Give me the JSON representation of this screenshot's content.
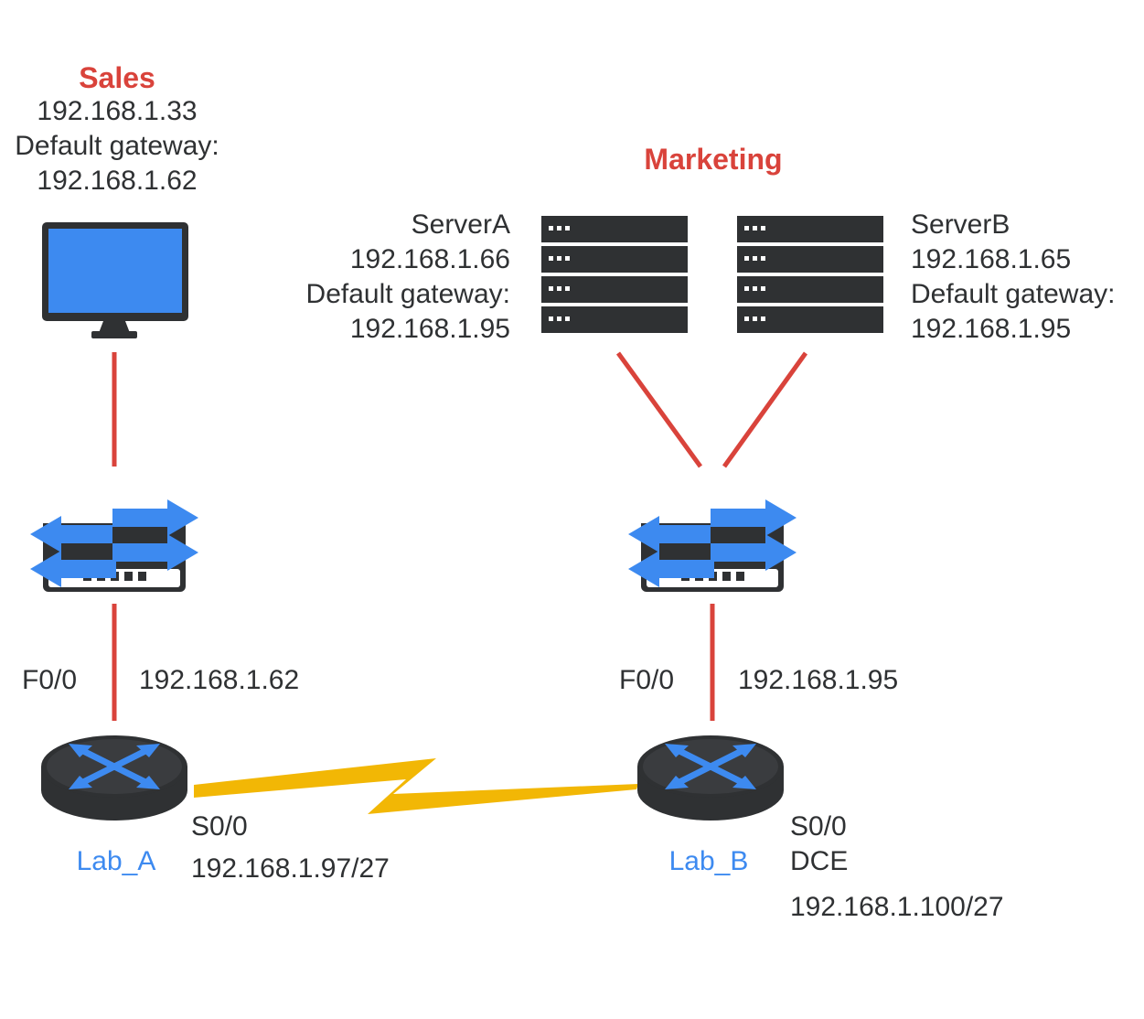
{
  "colors": {
    "title": "#d9433b",
    "text": "#2f3133",
    "device_label": "#3d8af0",
    "ethernet_link": "#d9433b",
    "serial_link": "#f2b705",
    "device_body": "#2f3133",
    "accent": "#3d8af0"
  },
  "sales": {
    "title": "Sales",
    "ip": "192.168.1.33",
    "gateway_label": "Default gateway:",
    "gateway": "192.168.1.62",
    "icon": "monitor-icon"
  },
  "marketing": {
    "title": "Marketing",
    "server_a": {
      "name": "ServerA",
      "ip": "192.168.1.66",
      "gateway_label": "Default gateway:",
      "gateway": "192.168.1.95",
      "icon": "server-rack-icon"
    },
    "server_b": {
      "name": "ServerB",
      "ip": "192.168.1.65",
      "gateway_label": "Default gateway:",
      "gateway": "192.168.1.95",
      "icon": "server-rack-icon"
    }
  },
  "switch_icon": "switch-icon",
  "router_icon": "router-icon",
  "lab_a": {
    "name": "Lab_A",
    "f_interface": "F0/0",
    "f_ip": "192.168.1.62",
    "s_interface": "S0/0",
    "s_ip": "192.168.1.97/27"
  },
  "lab_b": {
    "name": "Lab_B",
    "f_interface": "F0/0",
    "f_ip": "192.168.1.95",
    "s_interface": "S0/0",
    "s_role": "DCE",
    "s_ip": "192.168.1.100/27"
  }
}
